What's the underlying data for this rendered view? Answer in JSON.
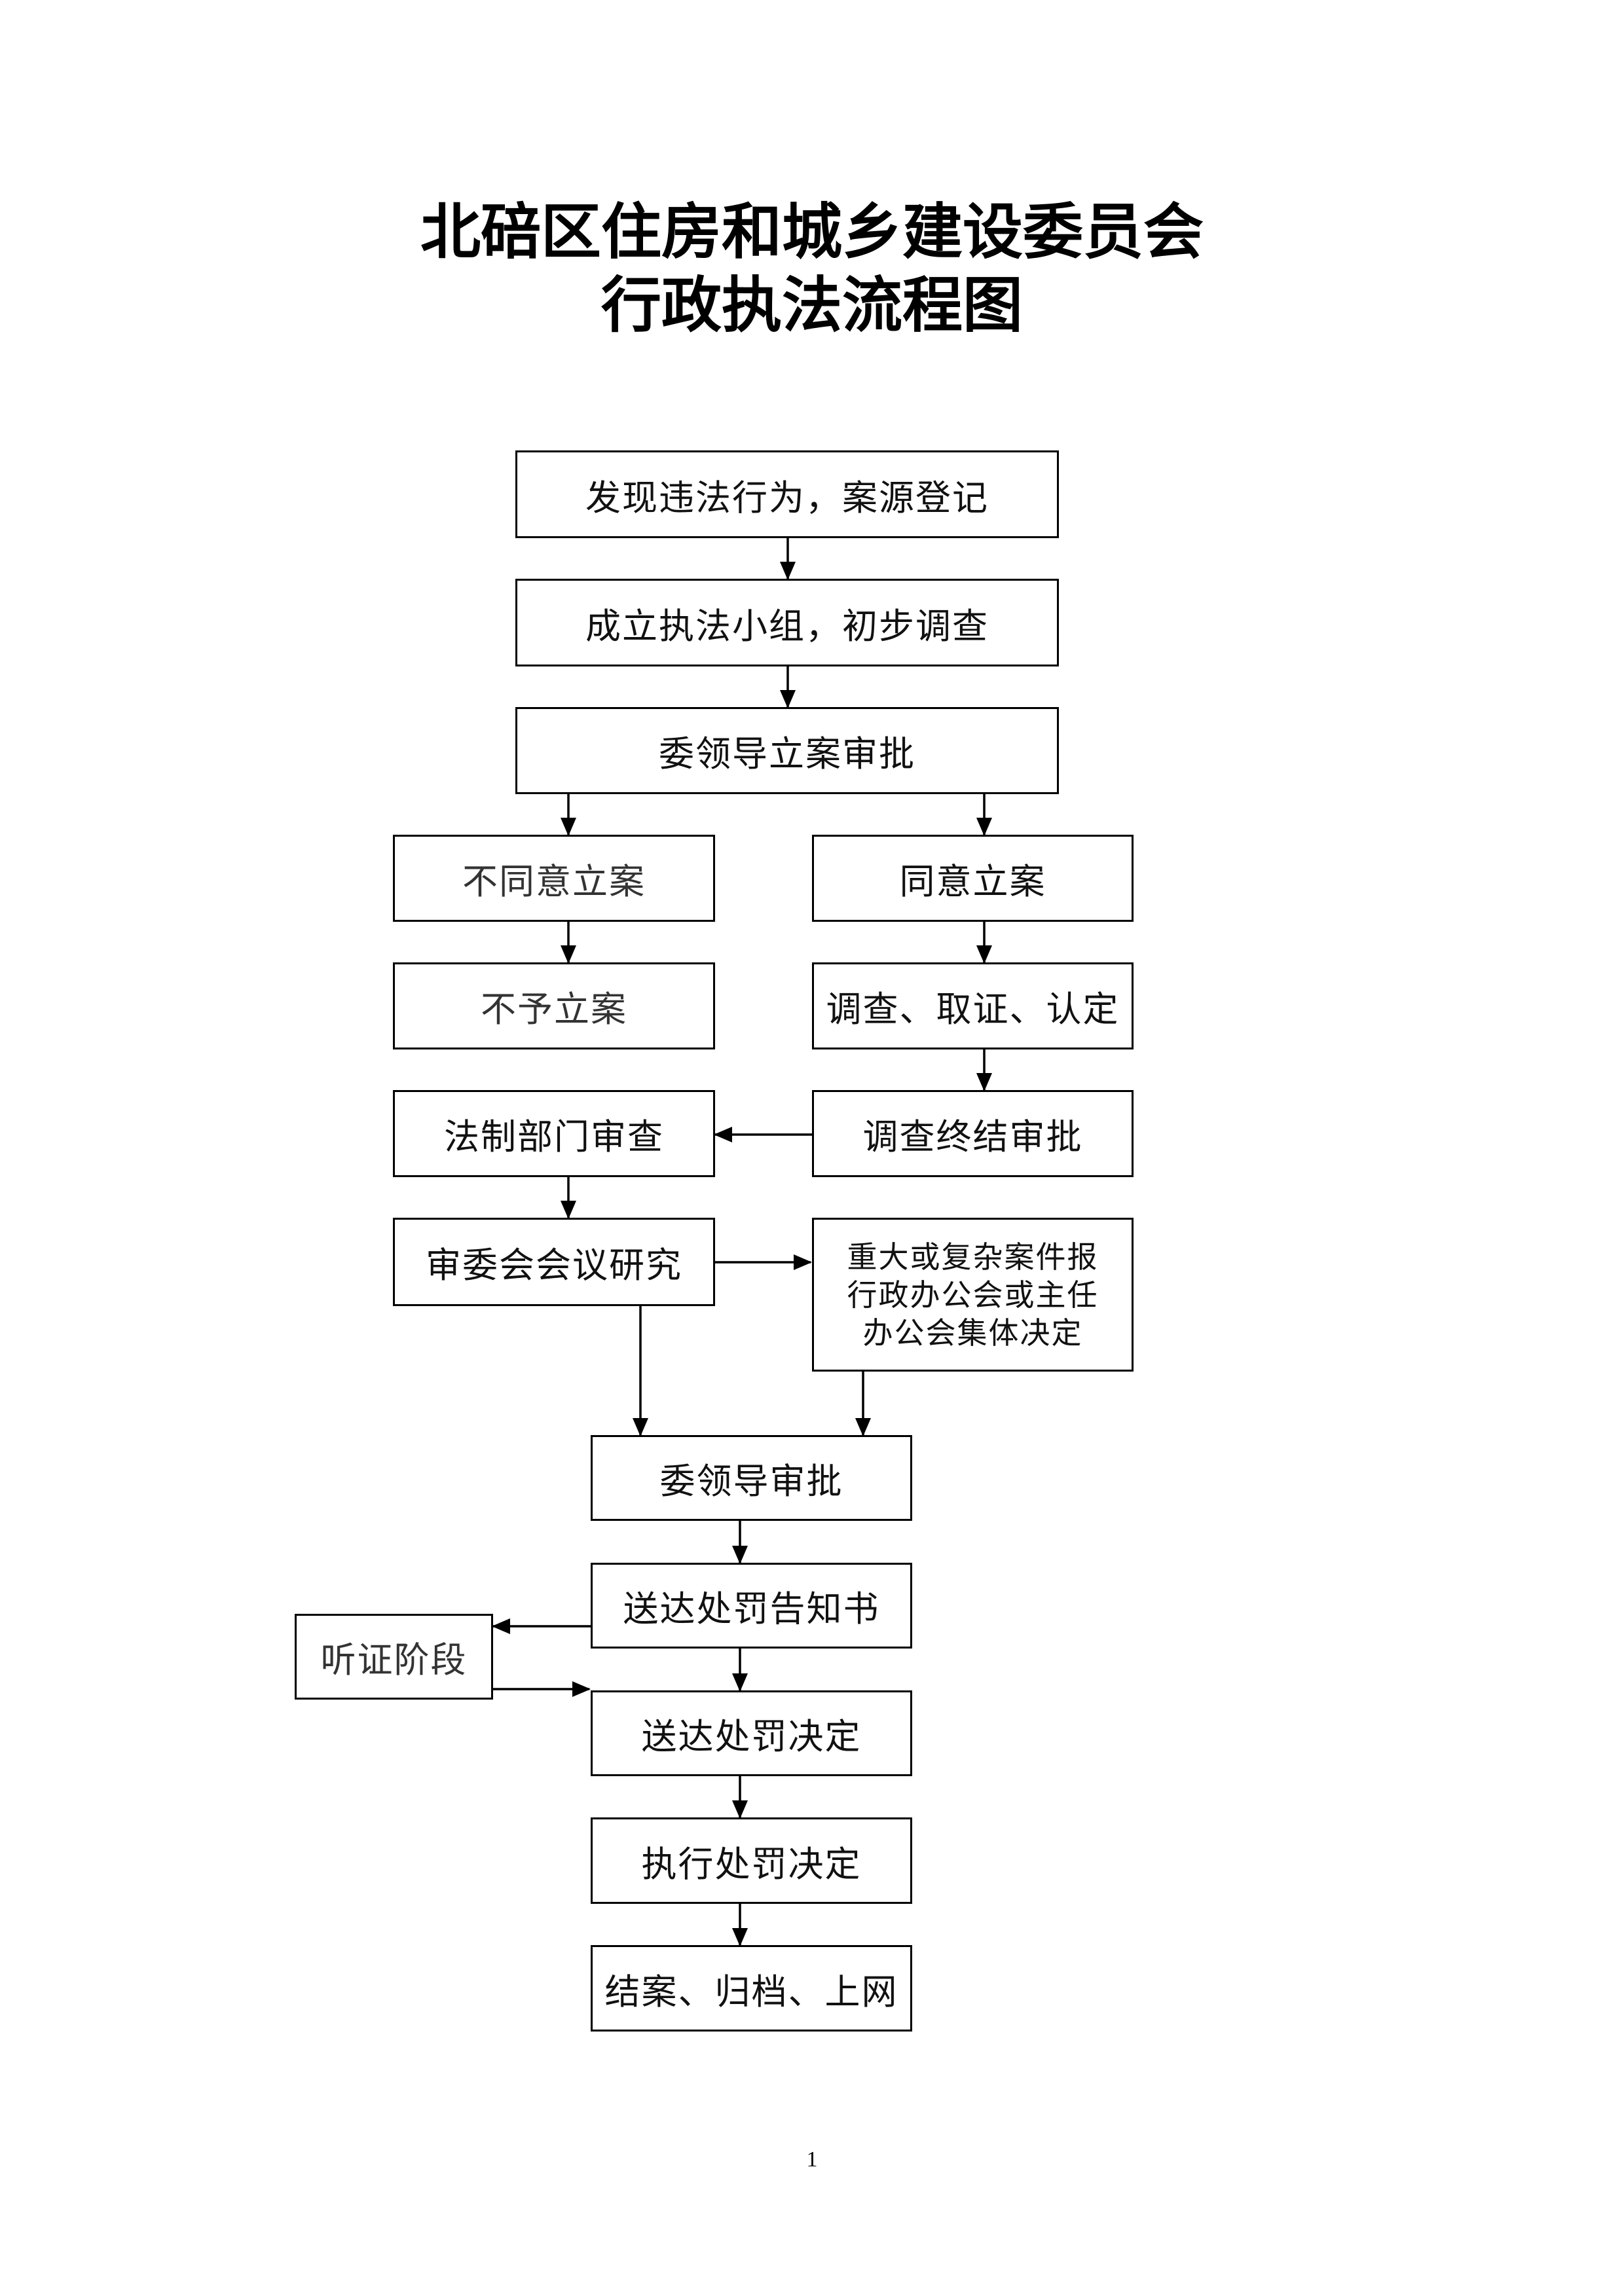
{
  "title": {
    "line1": "北碚区住房和城乡建设委员会",
    "line2": "行政执法流程图"
  },
  "nodes": {
    "discover": "发现违法行为，案源登记",
    "team": "成立执法小组，初步调查",
    "filing_approval": "委领导立案审批",
    "disagree": "不同意立案",
    "agree": "同意立案",
    "no_filing": "不予立案",
    "investigate": "调查、取证、认定",
    "legal_review": "法制部门审查",
    "investigation_approval": "调查终结审批",
    "committee_study": "审委会会议研究",
    "major_case": [
      "重大或复杂案件报",
      "行政办公会或主任",
      "办公会集体决定"
    ],
    "leader_approval": "委领导审批",
    "notice": "送达处罚告知书",
    "hearing": "听证阶段",
    "decision": "送达处罚决定",
    "execute": "执行处罚决定",
    "close": "结案、归档、上网"
  },
  "page_number": "1"
}
